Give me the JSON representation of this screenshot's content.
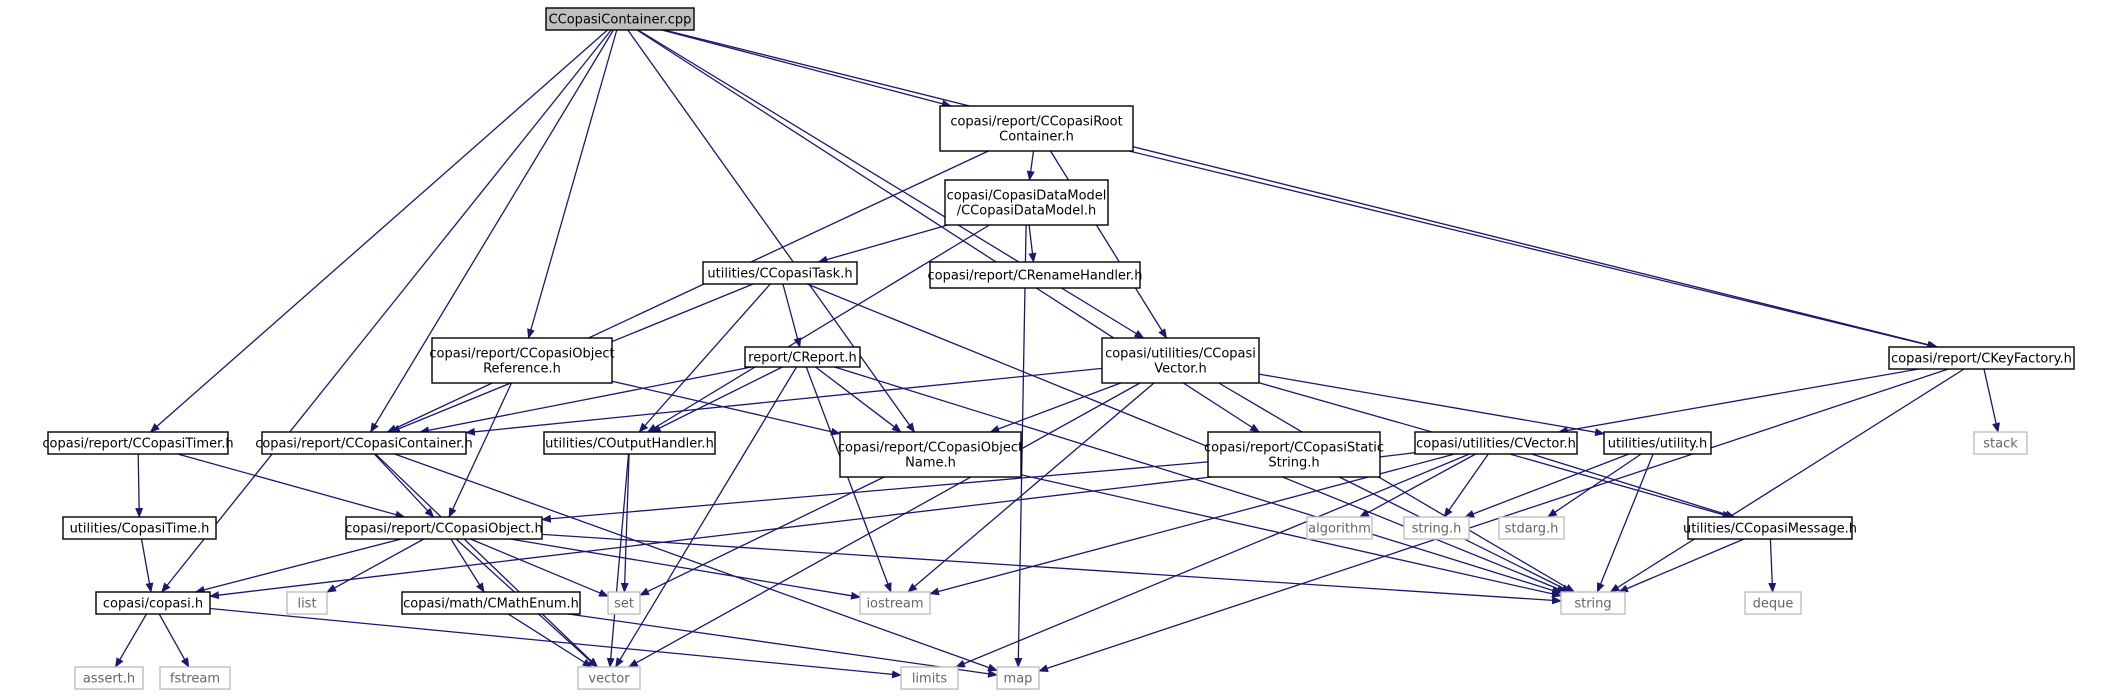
{
  "colors": {
    "edge": "#191970",
    "main_fill": "#bfbfbf",
    "external_border": "#bfbfbf",
    "internal_border": "#000000"
  },
  "nodes": {
    "main": {
      "lines": [
        "CCopasiContainer.cpp"
      ],
      "kind": "main"
    },
    "rootcont": {
      "lines": [
        "copasi/report/CCopasiRoot",
        "Container.h"
      ],
      "kind": "internal"
    },
    "datamodel": {
      "lines": [
        "copasi/CopasiDataModel",
        "/CCopasiDataModel.h"
      ],
      "kind": "internal"
    },
    "rename": {
      "lines": [
        "copasi/report/CRenameHandler.h"
      ],
      "kind": "internal"
    },
    "task": {
      "lines": [
        "utilities/CCopasiTask.h"
      ],
      "kind": "internal"
    },
    "objref": {
      "lines": [
        "copasi/report/CCopasiObject",
        "Reference.h"
      ],
      "kind": "internal"
    },
    "creport": {
      "lines": [
        "report/CReport.h"
      ],
      "kind": "internal"
    },
    "utilvec": {
      "lines": [
        "copasi/utilities/CCopasi",
        "Vector.h"
      ],
      "kind": "internal"
    },
    "keyfactory": {
      "lines": [
        "copasi/report/CKeyFactory.h"
      ],
      "kind": "internal"
    },
    "timer": {
      "lines": [
        "copasi/report/CCopasiTimer.h"
      ],
      "kind": "internal"
    },
    "container": {
      "lines": [
        "copasi/report/CCopasiContainer.h"
      ],
      "kind": "internal"
    },
    "outhandler": {
      "lines": [
        "utilities/COutputHandler.h"
      ],
      "kind": "internal"
    },
    "objname": {
      "lines": [
        "copasi/report/CCopasiObject",
        "Name.h"
      ],
      "kind": "internal"
    },
    "staticstr": {
      "lines": [
        "copasi/report/CCopasiStatic",
        "String.h"
      ],
      "kind": "internal"
    },
    "cvector": {
      "lines": [
        "copasi/utilities/CVector.h"
      ],
      "kind": "internal"
    },
    "utility": {
      "lines": [
        "utilities/utility.h"
      ],
      "kind": "internal"
    },
    "stack": {
      "lines": [
        "stack"
      ],
      "kind": "external"
    },
    "copasitime": {
      "lines": [
        "utilities/CopasiTime.h"
      ],
      "kind": "internal"
    },
    "object": {
      "lines": [
        "copasi/report/CCopasiObject.h"
      ],
      "kind": "internal"
    },
    "algorithm": {
      "lines": [
        "algorithm"
      ],
      "kind": "external"
    },
    "stringh": {
      "lines": [
        "string.h"
      ],
      "kind": "external"
    },
    "stdarg": {
      "lines": [
        "stdarg.h"
      ],
      "kind": "external"
    },
    "message": {
      "lines": [
        "utilities/CCopasiMessage.h"
      ],
      "kind": "internal"
    },
    "copasih": {
      "lines": [
        "copasi/copasi.h"
      ],
      "kind": "internal"
    },
    "list": {
      "lines": [
        "list"
      ],
      "kind": "external"
    },
    "set": {
      "lines": [
        "set"
      ],
      "kind": "external"
    },
    "mathenum": {
      "lines": [
        "copasi/math/CMathEnum.h"
      ],
      "kind": "internal"
    },
    "iostream": {
      "lines": [
        "iostream"
      ],
      "kind": "external"
    },
    "string": {
      "lines": [
        "string"
      ],
      "kind": "external"
    },
    "deque": {
      "lines": [
        "deque"
      ],
      "kind": "external"
    },
    "assert": {
      "lines": [
        "assert.h"
      ],
      "kind": "external"
    },
    "fstream": {
      "lines": [
        "fstream"
      ],
      "kind": "external"
    },
    "vector": {
      "lines": [
        "vector"
      ],
      "kind": "external"
    },
    "limits": {
      "lines": [
        "limits"
      ],
      "kind": "external"
    },
    "map": {
      "lines": [
        "map"
      ],
      "kind": "external"
    }
  },
  "edges": [
    [
      "main",
      "rootcont"
    ],
    [
      "main",
      "utilvec"
    ],
    [
      "main",
      "keyfactory"
    ],
    [
      "main",
      "timer"
    ],
    [
      "main",
      "container"
    ],
    [
      "main",
      "objref"
    ],
    [
      "main",
      "objname"
    ],
    [
      "main",
      "staticstr"
    ],
    [
      "main",
      "copasih"
    ],
    [
      "rootcont",
      "datamodel"
    ],
    [
      "rootcont",
      "container"
    ],
    [
      "rootcont",
      "utilvec"
    ],
    [
      "rootcont",
      "keyfactory"
    ],
    [
      "datamodel",
      "rename"
    ],
    [
      "datamodel",
      "task"
    ],
    [
      "datamodel",
      "outhandler"
    ],
    [
      "datamodel",
      "map"
    ],
    [
      "task",
      "creport"
    ],
    [
      "task",
      "container"
    ],
    [
      "task",
      "outhandler"
    ],
    [
      "task",
      "string"
    ],
    [
      "objref",
      "objname"
    ],
    [
      "objref",
      "object"
    ],
    [
      "creport",
      "container"
    ],
    [
      "creport",
      "outhandler"
    ],
    [
      "creport",
      "objname"
    ],
    [
      "creport",
      "string"
    ],
    [
      "creport",
      "iostream"
    ],
    [
      "creport",
      "vector"
    ],
    [
      "utilvec",
      "container"
    ],
    [
      "utilvec",
      "objname"
    ],
    [
      "utilvec",
      "utility"
    ],
    [
      "utilvec",
      "message"
    ],
    [
      "utilvec",
      "iostream"
    ],
    [
      "utilvec",
      "string"
    ],
    [
      "utilvec",
      "vector"
    ],
    [
      "keyfactory",
      "cvector"
    ],
    [
      "keyfactory",
      "stack"
    ],
    [
      "keyfactory",
      "string"
    ],
    [
      "keyfactory",
      "map"
    ],
    [
      "timer",
      "copasitime"
    ],
    [
      "timer",
      "object"
    ],
    [
      "container",
      "object"
    ],
    [
      "container",
      "vector"
    ],
    [
      "container",
      "map"
    ],
    [
      "outhandler",
      "set"
    ],
    [
      "outhandler",
      "vector"
    ],
    [
      "objname",
      "set"
    ],
    [
      "objname",
      "string"
    ],
    [
      "staticstr",
      "object"
    ],
    [
      "staticstr",
      "string"
    ],
    [
      "cvector",
      "copasih"
    ],
    [
      "cvector",
      "algorithm"
    ],
    [
      "cvector",
      "stringh"
    ],
    [
      "cvector",
      "message"
    ],
    [
      "cvector",
      "iostream"
    ],
    [
      "cvector",
      "limits"
    ],
    [
      "utility",
      "stringh"
    ],
    [
      "utility",
      "stdarg"
    ],
    [
      "utility",
      "string"
    ],
    [
      "copasitime",
      "copasih"
    ],
    [
      "object",
      "copasih"
    ],
    [
      "object",
      "list"
    ],
    [
      "object",
      "set"
    ],
    [
      "object",
      "mathenum"
    ],
    [
      "object",
      "iostream"
    ],
    [
      "object",
      "string"
    ],
    [
      "object",
      "vector"
    ],
    [
      "message",
      "string"
    ],
    [
      "message",
      "deque"
    ],
    [
      "copasih",
      "assert"
    ],
    [
      "copasih",
      "fstream"
    ],
    [
      "copasih",
      "limits"
    ],
    [
      "mathenum",
      "vector"
    ],
    [
      "mathenum",
      "map"
    ]
  ]
}
